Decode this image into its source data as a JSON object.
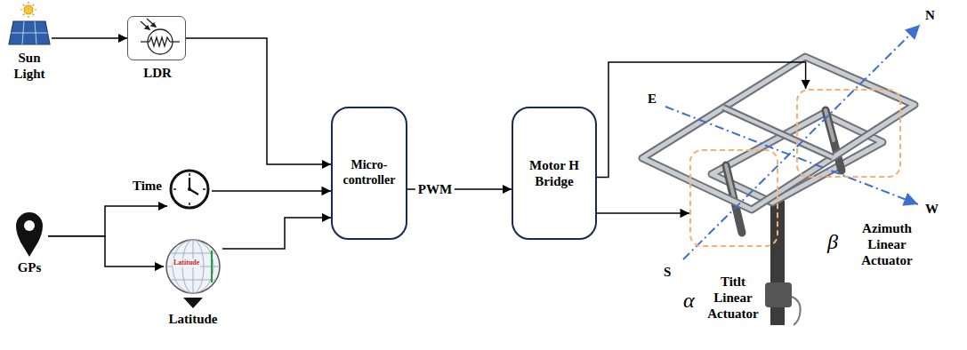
{
  "diagram": {
    "nodes": [
      {
        "text": [
          "Sun Light"
        ]
      },
      {
        "text": [
          "LDR"
        ]
      },
      {
        "text": [
          "GPs"
        ]
      },
      {
        "text": [
          "Time"
        ]
      },
      {
        "text": [
          "Latitude"
        ]
      },
      {
        "text": [
          "Micro- controller"
        ]
      },
      {
        "text": [
          "Motor H Bridge"
        ]
      },
      {
        "text": [
          "Azimuth Linear Actuator"
        ]
      },
      {
        "text": [
          "Titlt Linear Actuator"
        ]
      }
    ],
    "edges": [
      {
        "from": 0,
        "to": 1,
        "arrow": "to"
      },
      {
        "from": 1,
        "to": 5,
        "arrow": "to"
      },
      {
        "from": 2,
        "to": 3,
        "arrow": "to"
      },
      {
        "from": 2,
        "to": 4,
        "arrow": "to"
      },
      {
        "from": 3,
        "to": 5,
        "arrow": "to"
      },
      {
        "from": 4,
        "to": 5,
        "arrow": "to"
      },
      {
        "from": 5,
        "to": 6,
        "label": "PWM",
        "arrow": "to"
      },
      {
        "from": 6,
        "to": 7,
        "arrow": "to"
      },
      {
        "from": 6,
        "to": 8,
        "arrow": "to"
      }
    ],
    "labels": [
      "N",
      "E",
      "W",
      "S",
      "α",
      "β",
      "Latitude"
    ]
  }
}
